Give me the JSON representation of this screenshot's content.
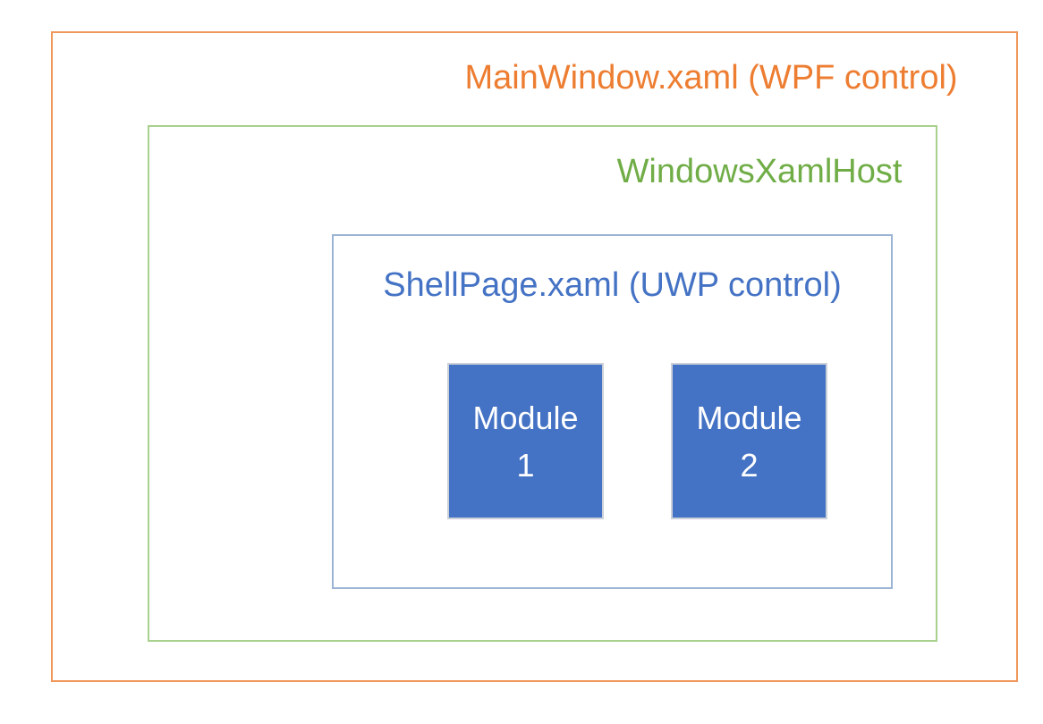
{
  "diagram": {
    "background_color": "#FFFFFF",
    "mainwindow": {
      "label": "MainWindow.xaml (WPF control)",
      "text_color": "#ED7D31",
      "border_color": "#F0985C"
    },
    "xamlhost": {
      "label": "WindowsXamlHost",
      "text_color": "#70AD47",
      "border_color": "#A9D18E"
    },
    "shellpage": {
      "label": "ShellPage.xaml (UWP control)",
      "text_color": "#4472C4",
      "border_color": "#9BB4D4"
    },
    "modules": [
      {
        "name": "Module",
        "number": "1",
        "fill_color": "#4472C4",
        "text_color": "#FFFFFF",
        "border_color": "#CBD0D9"
      },
      {
        "name": "Module",
        "number": "2",
        "fill_color": "#4472C4",
        "text_color": "#FFFFFF",
        "border_color": "#CBD0D9"
      }
    ]
  }
}
